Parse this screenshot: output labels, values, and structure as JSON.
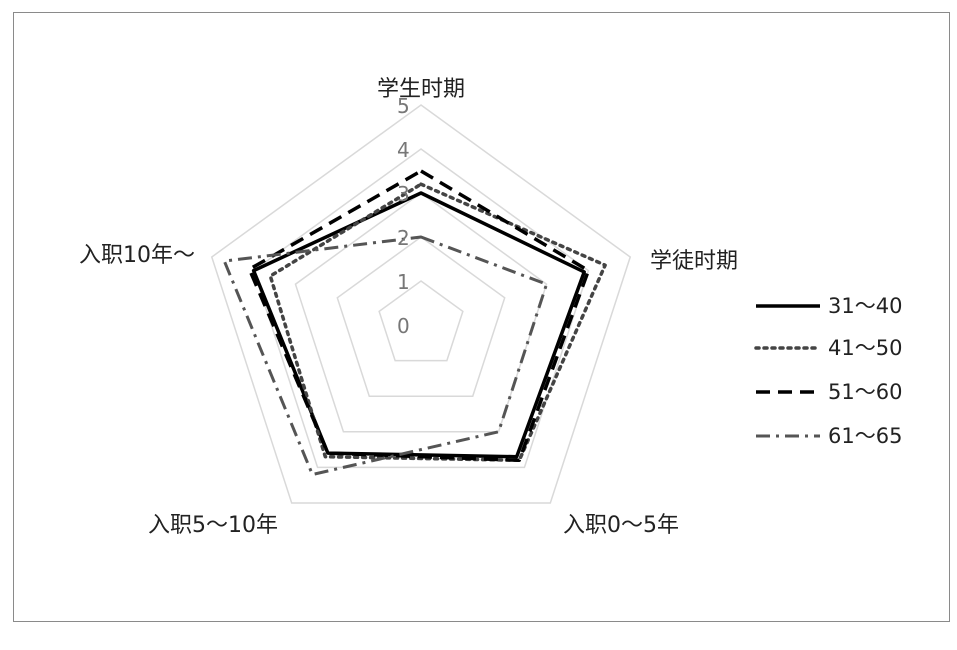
{
  "chart_data": {
    "type": "radar",
    "axes": [
      "学生时期",
      "学徒时期",
      "入职0～5年",
      "入职5～10年",
      "入职10年～"
    ],
    "ticks": [
      "0",
      "1",
      "2",
      "3",
      "4",
      "5"
    ],
    "rlim": [
      0,
      5
    ],
    "grid": true,
    "legend_position": "right",
    "series": [
      {
        "name": "31～40",
        "values": [
          3.0,
          3.9,
          3.7,
          3.6,
          4.0
        ],
        "style": "solid",
        "color": "#000000"
      },
      {
        "name": "41～50",
        "values": [
          3.2,
          4.4,
          3.8,
          3.7,
          3.6
        ],
        "style": "dotted",
        "color": "#444444"
      },
      {
        "name": "51～60",
        "values": [
          3.5,
          4.0,
          3.8,
          3.6,
          4.1
        ],
        "style": "dashed",
        "color": "#000000"
      },
      {
        "name": "61～65",
        "values": [
          2.0,
          3.0,
          3.0,
          4.2,
          4.7
        ],
        "style": "dashdot",
        "color": "#555555"
      }
    ]
  }
}
